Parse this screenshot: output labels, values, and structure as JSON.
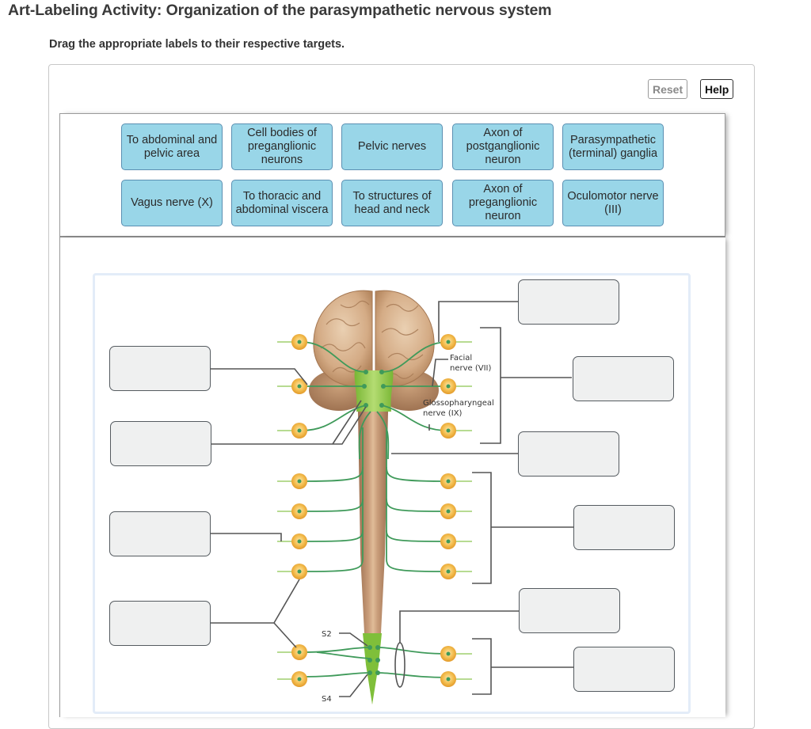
{
  "page": {
    "title": "Art-Labeling Activity: Organization of the parasympathetic nervous system",
    "instructions": "Drag the appropriate labels to their respective targets."
  },
  "toolbar": {
    "reset_label": "Reset",
    "help_label": "Help"
  },
  "label_bank": {
    "labels": [
      "To abdominal and\npelvic area",
      "Cell bodies of\npreganglionic\nneurons",
      "Pelvic nerves",
      "Axon of\npostganglionic\nneuron",
      "Parasympathetic\n(terminal) ganglia",
      "Vagus nerve (X)",
      "To thoracic and\nabdominal viscera",
      "To structures of\nhead and neck",
      "Axon of\npreganglionic\nneuron",
      "Oculomotor nerve\n(III)"
    ]
  },
  "figure": {
    "annotations": {
      "facial": "Facial",
      "facial2": "nerve (VII)",
      "glosso": "Glossopharyngeal",
      "glosso2": "nerve (IX)",
      "s2": "S2",
      "s4": "S4"
    },
    "targets": [
      {
        "id": "left-1",
        "value": ""
      },
      {
        "id": "left-2",
        "value": ""
      },
      {
        "id": "left-3",
        "value": ""
      },
      {
        "id": "left-4",
        "value": ""
      },
      {
        "id": "right-1",
        "value": ""
      },
      {
        "id": "right-2",
        "value": ""
      },
      {
        "id": "right-3",
        "value": ""
      },
      {
        "id": "right-4",
        "value": ""
      },
      {
        "id": "right-5",
        "value": ""
      },
      {
        "id": "right-6",
        "value": ""
      }
    ],
    "colors": {
      "label_fill": "#99d6e8",
      "label_border": "#5a8fb2",
      "target_fill": "#eff0f0",
      "nerve_green": "#3f9a5a",
      "ganglion_orange": "#f0b23c",
      "brain_tan": "#d9b48f",
      "cord_tan": "#b88b68",
      "brainstem_green": "#8cc63f"
    }
  }
}
